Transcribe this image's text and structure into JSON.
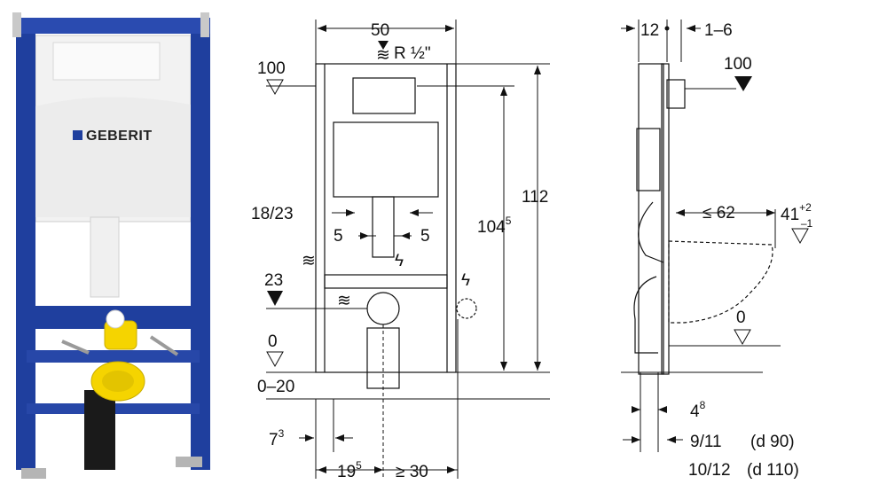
{
  "brand": {
    "name": "GEBERIT",
    "frame_color": "#1f3f9e",
    "panel_color": "#f4f4f4",
    "accent_yellow": "#f5d400"
  },
  "front_view": {
    "width_top": "50",
    "water_connection": "R ½\"",
    "level_100": "100",
    "total_height": "112",
    "height_1045_main": "104",
    "height_1045_sup": "5",
    "spacing_1823": "18/23",
    "offset_left": "5",
    "offset_right": "5",
    "level_23": "23",
    "level_0": "0",
    "range_020": "0–20",
    "dim_73_main": "7",
    "dim_73_sup": "3",
    "dim_195_main": "19",
    "dim_195_sup": "5",
    "dim_ge30": "≥ 30"
  },
  "side_view": {
    "dim_12": "12",
    "dim_16": "1–6",
    "level_100": "100",
    "dim_le62": "≤ 62",
    "dim_41_main": "41",
    "dim_41_sup": "+2",
    "dim_41_sub": "–1",
    "level_0": "0",
    "dim_48_main": "4",
    "dim_48_sup": "8",
    "dim_911": "9/11",
    "d90": "(d 90)",
    "dim_1012": "10/12",
    "d110": "(d 110)"
  }
}
